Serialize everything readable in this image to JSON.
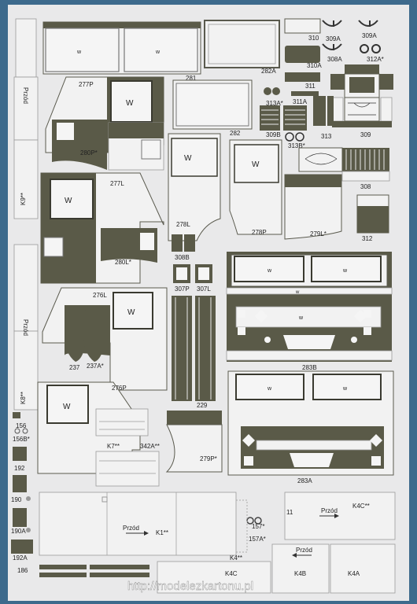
{
  "labels": {
    "p310": "310",
    "p309A_a": "309A",
    "p309A_b": "309A",
    "p308A": "308A",
    "p312A": "312A*",
    "p310A": "310A",
    "p281": "281",
    "p282A": "282A",
    "p277P": "277P",
    "p311": "311",
    "p313A": "313A*",
    "p311A": "311A",
    "p282": "282",
    "p309B": "309B",
    "p313": "313",
    "p309": "309",
    "p280P": "280P*",
    "p313B": "313B*",
    "p277L": "277L",
    "p278L": "278L",
    "p308": "308",
    "p278P": "278P",
    "p279L": "279L*",
    "p312": "312",
    "p308B": "308B",
    "p280L": "280L*",
    "p307P": "307P",
    "p307L": "307L",
    "p276L": "276L",
    "p237": "237",
    "p237A": "237A*",
    "p283B": "283B",
    "p276P": "276P",
    "p229": "229",
    "p156": "156",
    "p156B": "156B*",
    "p192": "192",
    "p190": "190",
    "p190A": "190A",
    "p192A": "192A",
    "p186": "186",
    "pK7": "K7**",
    "p342A": "342A**",
    "p279P": "279P*",
    "p283A": "283A",
    "pK1": "K1**",
    "p157": "157*",
    "p157A": "157A*",
    "pK4C": "K4C**",
    "pK4": "K4**",
    "pK4Cb": "K4C",
    "pK4B": "K4B",
    "pK4A": "K4A",
    "pK9": "K9**",
    "pK8": "K8**",
    "p11": "11"
  },
  "arrows": {
    "przod_1": "Przód",
    "przod_2": "Przód",
    "przod_3": "Przód",
    "przod_4": "Przód",
    "przod_5": "Przód"
  },
  "window_mark": "w",
  "window_mark_big": "W",
  "watermark": "http://modelezkartonu.pl",
  "colors": {
    "paper": "#e9e9ea",
    "olive": "#5a5a48",
    "background": "#3d6a8c"
  }
}
